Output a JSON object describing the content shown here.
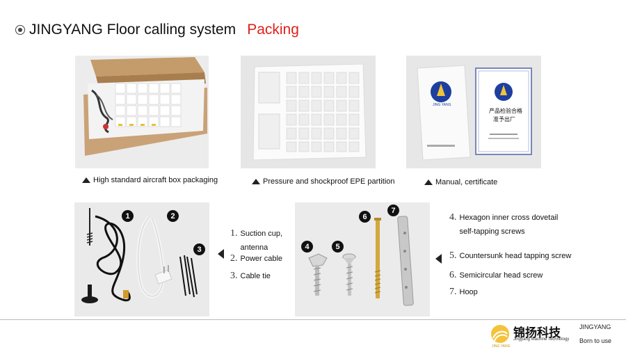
{
  "header": {
    "title": "JINGYANG Floor calling system",
    "subtitle": "Packing"
  },
  "top_captions": [
    "High standard aircraft box packaging",
    "Pressure and shockproof EPE partition",
    "Manual, certificate"
  ],
  "manual": {
    "logo_text": "JING YANG"
  },
  "certificate": {
    "heading_line1": "产品检验合格",
    "heading_line2": "准予出厂"
  },
  "left_items": [
    {
      "num": "1.",
      "text_line1": "Suction cup,",
      "text_line2": "antenna"
    },
    {
      "num": "2.",
      "text": "Power cable"
    },
    {
      "num": "3.",
      "text": "Cable tie"
    }
  ],
  "right_items": [
    {
      "num": "4.",
      "text_line1": "Hexagon inner cross dovetail",
      "text_line2": "self-tapping screws"
    },
    {
      "num": "5.",
      "text": "Countersunk head tapping screw"
    },
    {
      "num": "6.",
      "text": "Semicircular head screw"
    },
    {
      "num": "7.",
      "text": "Hoop"
    }
  ],
  "markers": [
    "1",
    "2",
    "3",
    "4",
    "5",
    "6",
    "7"
  ],
  "footer": {
    "logo_text": "JING YANG",
    "company_cn": "锦扬科技",
    "company_en": "Jingyang Machine Technology",
    "brand": "JINGYANG",
    "slogan": "Born to use"
  }
}
